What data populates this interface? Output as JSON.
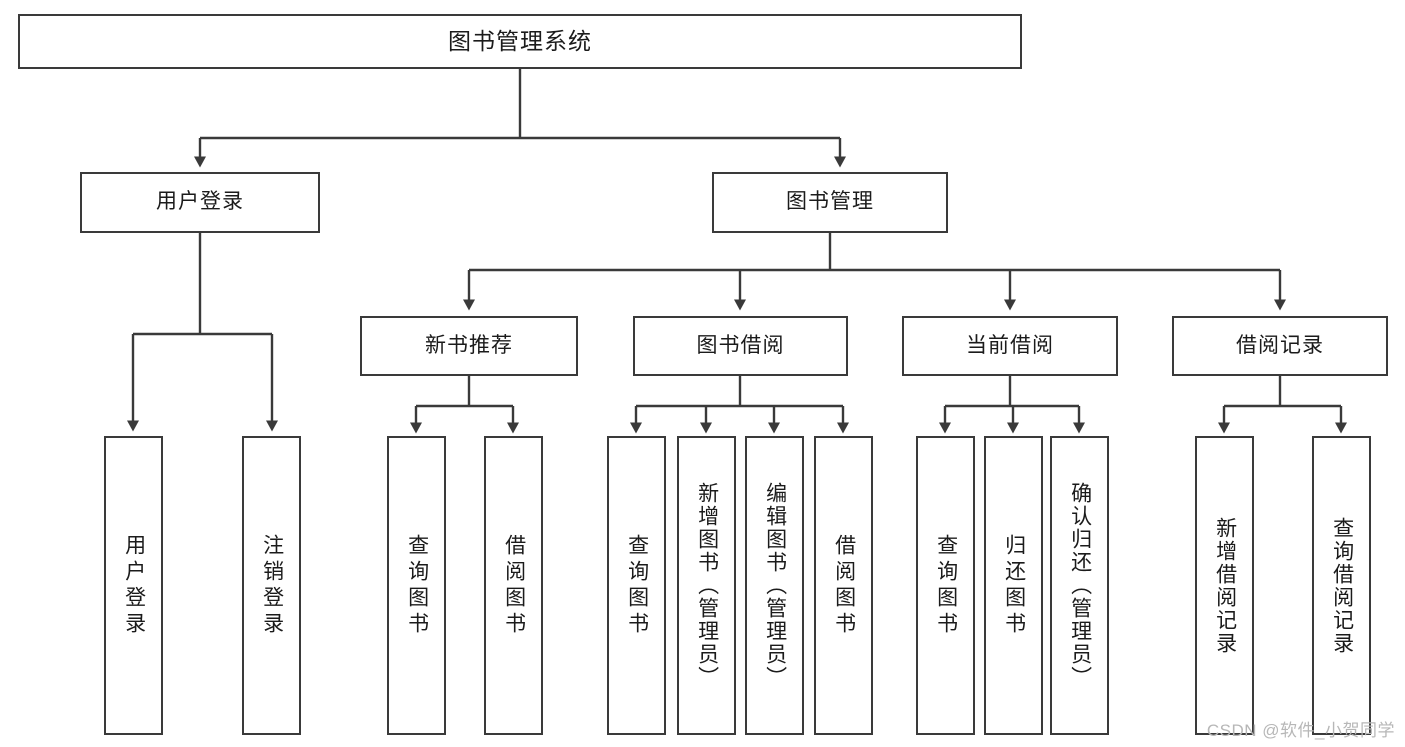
{
  "diagram": {
    "type": "tree",
    "title": "图书管理系统",
    "root": {
      "id": "root",
      "label": "图书管理系统",
      "orientation": "horizontal"
    },
    "level1": [
      {
        "id": "user-login",
        "label": "用户登录",
        "orientation": "horizontal"
      },
      {
        "id": "book-manage",
        "label": "图书管理",
        "orientation": "horizontal"
      }
    ],
    "level2": [
      {
        "id": "new-book-recommend",
        "label": "新书推荐",
        "orientation": "horizontal",
        "parent": "book-manage"
      },
      {
        "id": "book-borrow",
        "label": "图书借阅",
        "orientation": "horizontal",
        "parent": "book-manage"
      },
      {
        "id": "current-borrow",
        "label": "当前借阅",
        "orientation": "horizontal",
        "parent": "book-manage"
      },
      {
        "id": "borrow-record",
        "label": "借阅记录",
        "orientation": "horizontal",
        "parent": "book-manage"
      }
    ],
    "leaves": [
      {
        "id": "leaf-user-login",
        "label": "用户登录",
        "parent": "user-login"
      },
      {
        "id": "leaf-logout-login",
        "label": "注销登录",
        "parent": "user-login"
      },
      {
        "id": "leaf-query-book-1",
        "label": "查询图书",
        "parent": "new-book-recommend"
      },
      {
        "id": "leaf-borrow-book-1",
        "label": "借阅图书",
        "parent": "new-book-recommend"
      },
      {
        "id": "leaf-query-book-2",
        "label": "查询图书",
        "parent": "book-borrow"
      },
      {
        "id": "leaf-add-book",
        "label": "新增图书（管理员）",
        "parent": "book-borrow"
      },
      {
        "id": "leaf-edit-book",
        "label": "编辑图书（管理员）",
        "parent": "book-borrow"
      },
      {
        "id": "leaf-borrow-book-2",
        "label": "借阅图书",
        "parent": "book-borrow"
      },
      {
        "id": "leaf-query-book-3",
        "label": "查询图书",
        "parent": "current-borrow"
      },
      {
        "id": "leaf-return-book",
        "label": "归还图书",
        "parent": "current-borrow"
      },
      {
        "id": "leaf-confirm-return",
        "label": "确认归还（管理员）",
        "parent": "current-borrow"
      },
      {
        "id": "leaf-add-record",
        "label": "新增借阅记录",
        "parent": "borrow-record"
      },
      {
        "id": "leaf-query-record",
        "label": "查询借阅记录",
        "parent": "borrow-record"
      }
    ],
    "colors": {
      "stroke": "#3a3a3a",
      "background": "#ffffff",
      "text": "#1b1b1b",
      "watermark": "#b7b7b7"
    }
  },
  "watermark": {
    "text": "CSDN @软件_小贺同学"
  }
}
